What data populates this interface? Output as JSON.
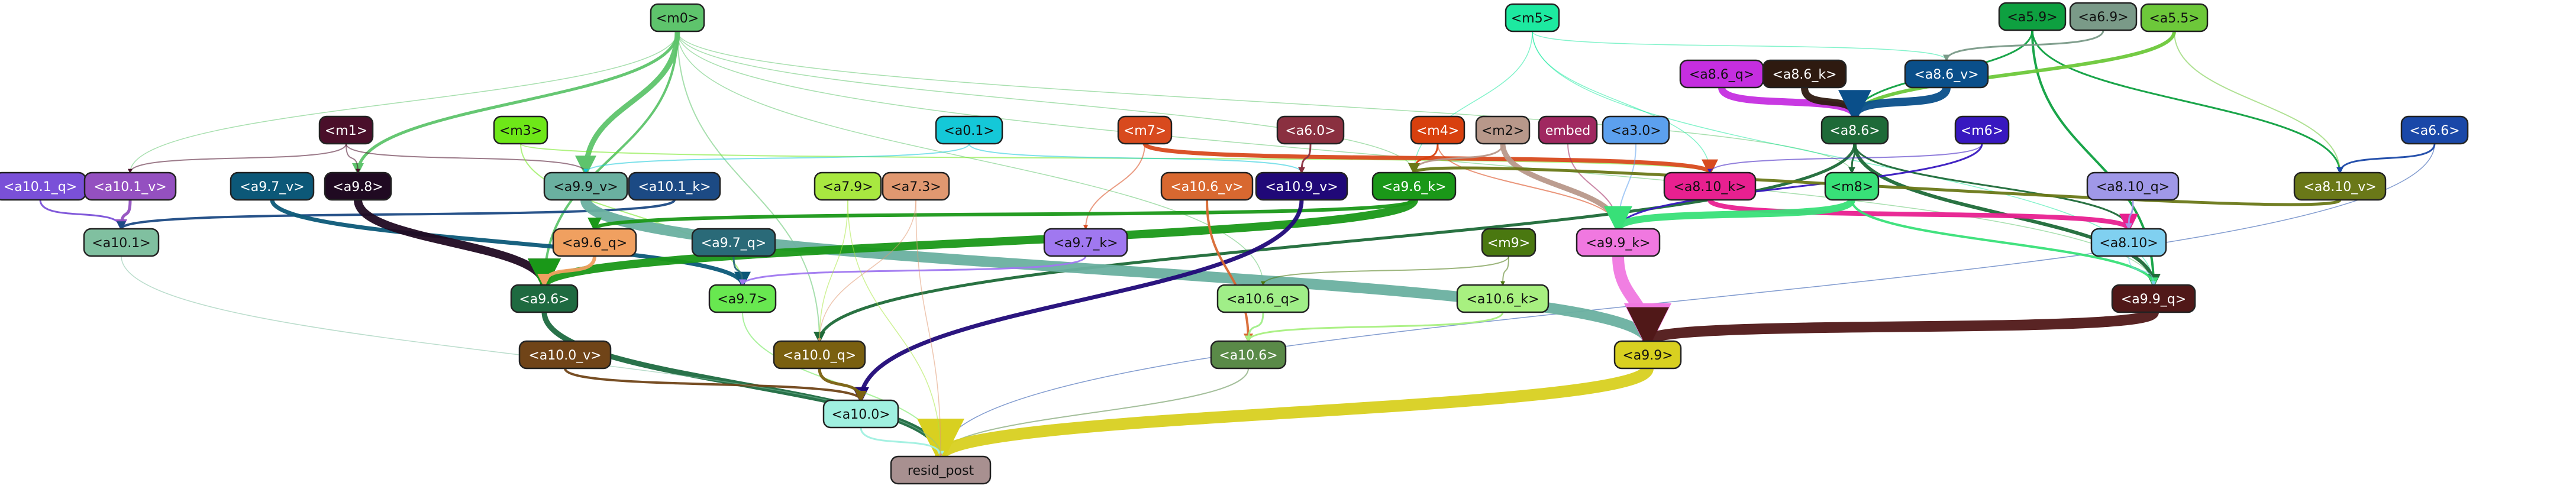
{
  "nodes": [
    {
      "id": "m0",
      "label": "<m0>",
      "color": "#5ec46c",
      "light": false
    },
    {
      "id": "m5",
      "label": "<m5>",
      "color": "#1de9a0",
      "light": false
    },
    {
      "id": "a5_9",
      "label": "<a5.9>",
      "color": "#0ea040",
      "light": false
    },
    {
      "id": "a6_9",
      "label": "<a6.9>",
      "color": "#7a9a88",
      "light": false
    },
    {
      "id": "a5_5",
      "label": "<a5.5>",
      "color": "#6dc83a",
      "light": false
    },
    {
      "id": "a8_6_q",
      "label": "<a8.6_q>",
      "color": "#c52ee0",
      "light": false
    },
    {
      "id": "a8_6_k",
      "label": "<a8.6_k>",
      "color": "#2e1a10",
      "light": true
    },
    {
      "id": "a8_6_v",
      "label": "<a8.6_v>",
      "color": "#0a4f8a",
      "light": true
    },
    {
      "id": "m1",
      "label": "<m1>",
      "color": "#4a0f2a",
      "light": true
    },
    {
      "id": "m3",
      "label": "<m3>",
      "color": "#6ee818",
      "light": false
    },
    {
      "id": "a0_1",
      "label": "<a0.1>",
      "color": "#14c8d8",
      "light": false
    },
    {
      "id": "m7",
      "label": "<m7>",
      "color": "#d84a1e",
      "light": true
    },
    {
      "id": "a6_0",
      "label": "<a6.0>",
      "color": "#8a3040",
      "light": true
    },
    {
      "id": "m4",
      "label": "<m4>",
      "color": "#d8400e",
      "light": true
    },
    {
      "id": "m2",
      "label": "<m2>",
      "color": "#b8988a",
      "light": false
    },
    {
      "id": "embed",
      "label": "embed",
      "color": "#a02860",
      "light": true
    },
    {
      "id": "a3_0",
      "label": "<a3.0>",
      "color": "#5ca0ee",
      "light": false
    },
    {
      "id": "a8_6",
      "label": "<a8.6>",
      "color": "#1e6a38",
      "light": true
    },
    {
      "id": "m6",
      "label": "<m6>",
      "color": "#3818c0",
      "light": true
    },
    {
      "id": "a6_6",
      "label": "<a6.6>",
      "color": "#1a48a8",
      "light": true
    },
    {
      "id": "a10_1_q",
      "label": "<a10.1_q>",
      "color": "#7a50d8",
      "light": true
    },
    {
      "id": "a10_1_v",
      "label": "<a10.1_v>",
      "color": "#9450c0",
      "light": true
    },
    {
      "id": "a9_7_v",
      "label": "<a9.7_v>",
      "color": "#0c5878",
      "light": true
    },
    {
      "id": "a9_8",
      "label": "<a9.8>",
      "color": "#200a22",
      "light": true
    },
    {
      "id": "a9_9_v",
      "label": "<a9.9_v>",
      "color": "#6ab0a0",
      "light": false
    },
    {
      "id": "a10_1_k",
      "label": "<a10.1_k>",
      "color": "#1c4a84",
      "light": true
    },
    {
      "id": "a7_9",
      "label": "<a7.9>",
      "color": "#a8e840",
      "light": false
    },
    {
      "id": "a7_3",
      "label": "<a7.3>",
      "color": "#e09870",
      "light": false
    },
    {
      "id": "a10_6_v",
      "label": "<a10.6_v>",
      "color": "#d86830",
      "light": true
    },
    {
      "id": "a10_9_v",
      "label": "<a10.9_v>",
      "color": "#200878",
      "light": true
    },
    {
      "id": "a9_6_k",
      "label": "<a9.6_k>",
      "color": "#1a9818",
      "light": true
    },
    {
      "id": "a8_10_k",
      "label": "<a8.10_k>",
      "color": "#e82090",
      "light": false
    },
    {
      "id": "m8",
      "label": "<m8>",
      "color": "#38e078",
      "light": false
    },
    {
      "id": "a8_10_q",
      "label": "<a8.10_q>",
      "color": "#a098e8",
      "light": false
    },
    {
      "id": "a8_10_v",
      "label": "<a8.10_v>",
      "color": "#6a7818",
      "light": true
    },
    {
      "id": "a10_1",
      "label": "<a10.1>",
      "color": "#80c0a0",
      "light": false
    },
    {
      "id": "a9_6_q",
      "label": "<a9.6_q>",
      "color": "#f0a060",
      "light": false
    },
    {
      "id": "a9_7_q",
      "label": "<a9.7_q>",
      "color": "#2a6a78",
      "light": true
    },
    {
      "id": "a9_7_k",
      "label": "<a9.7_k>",
      "color": "#a078f0",
      "light": false
    },
    {
      "id": "m9",
      "label": "<m9>",
      "color": "#4a7810",
      "light": true
    },
    {
      "id": "a9_9_k",
      "label": "<a9.9_k>",
      "color": "#f078e0",
      "light": false
    },
    {
      "id": "a8_10",
      "label": "<a8.10>",
      "color": "#80d0f0",
      "light": false
    },
    {
      "id": "a9_6",
      "label": "<a9.6>",
      "color": "#1e6a40",
      "light": true
    },
    {
      "id": "a9_7",
      "label": "<a9.7>",
      "color": "#68e850",
      "light": false
    },
    {
      "id": "a10_6_q",
      "label": "<a10.6_q>",
      "color": "#a0ee88",
      "light": false
    },
    {
      "id": "a10_6_k",
      "label": "<a10.6_k>",
      "color": "#a8f080",
      "light": false
    },
    {
      "id": "a9_9_q",
      "label": "<a9.9_q>",
      "color": "#501818",
      "light": true
    },
    {
      "id": "a10_0_v",
      "label": "<a10.0_v>",
      "color": "#704418",
      "light": true
    },
    {
      "id": "a10_0_q",
      "label": "<a10.0_q>",
      "color": "#7a6010",
      "light": true
    },
    {
      "id": "a10_6",
      "label": "<a10.6>",
      "color": "#5a8a48",
      "light": true
    },
    {
      "id": "a9_9",
      "label": "<a9.9>",
      "color": "#d8d020",
      "light": false
    },
    {
      "id": "a10_0",
      "label": "<a10.0>",
      "color": "#a0f0e0",
      "light": false
    },
    {
      "id": "resid_post",
      "label": "resid_post",
      "color": "#a89090",
      "light": false
    }
  ],
  "edges": [
    {
      "from": "m0",
      "to": "a9_9_v",
      "color": "#5ec46c",
      "weight": 9
    },
    {
      "from": "m0",
      "to": "a9_8",
      "color": "#5ec46c",
      "weight": 5
    },
    {
      "from": "m0",
      "to": "a9_6",
      "color": "#5ec46c",
      "weight": 4
    },
    {
      "from": "m0",
      "to": "a10_0_q",
      "color": "#5ec46c",
      "weight": 2
    },
    {
      "from": "m0",
      "to": "a10_1_v",
      "color": "#5ec46c",
      "weight": 1.5
    },
    {
      "from": "m0",
      "to": "a9_6_k",
      "color": "#5ec46c",
      "weight": 1.5
    },
    {
      "from": "m0",
      "to": "m8",
      "color": "#5ec46c",
      "weight": 1.5
    },
    {
      "from": "m0",
      "to": "a10_6_q",
      "color": "#5ec46c",
      "weight": 1.5
    },
    {
      "from": "m0",
      "to": "a9_9_q",
      "color": "#5ec46c",
      "weight": 1.5
    },
    {
      "from": "m5",
      "to": "a9_9_q",
      "color": "#1de9a0",
      "weight": 1.5
    },
    {
      "from": "m5",
      "to": "a8_10_k",
      "color": "#1de9a0",
      "weight": 1.5
    },
    {
      "from": "m5",
      "to": "a9_6_k",
      "color": "#1de9a0",
      "weight": 1.5
    },
    {
      "from": "m5",
      "to": "a8_6_v",
      "color": "#1de9a0",
      "weight": 1.5
    },
    {
      "from": "a5_9",
      "to": "a9_9_q",
      "color": "#0ea040",
      "weight": 4
    },
    {
      "from": "a5_9",
      "to": "a8_10_v",
      "color": "#0ea040",
      "weight": 3
    },
    {
      "from": "a5_9",
      "to": "a8_6",
      "color": "#0ea040",
      "weight": 3
    },
    {
      "from": "a5_5",
      "to": "a8_6",
      "color": "#6dc83a",
      "weight": 6
    },
    {
      "from": "a5_5",
      "to": "a8_10_v",
      "color": "#6dc83a",
      "weight": 2
    },
    {
      "from": "a6_9",
      "to": "a8_6_v",
      "color": "#7a9a88",
      "weight": 3
    },
    {
      "from": "a8_6_q",
      "to": "a8_6",
      "color": "#c52ee0",
      "weight": 12
    },
    {
      "from": "a8_6_k",
      "to": "a8_6",
      "color": "#2e1a10",
      "weight": 12
    },
    {
      "from": "a8_6_v",
      "to": "a8_6",
      "color": "#0a4f8a",
      "weight": 14
    },
    {
      "from": "a8_6",
      "to": "a9_9_q",
      "color": "#1e6a38",
      "weight": 6
    },
    {
      "from": "a8_6",
      "to": "a8_10",
      "color": "#1e6a38",
      "weight": 3
    },
    {
      "from": "a8_6",
      "to": "a10_0_q",
      "color": "#1e6a38",
      "weight": 5
    },
    {
      "from": "a8_6",
      "to": "m8",
      "color": "#1e6a38",
      "weight": 3
    },
    {
      "from": "m1",
      "to": "a9_8",
      "color": "#4a0f2a",
      "weight": 2
    },
    {
      "from": "m1",
      "to": "a9_9_v",
      "color": "#4a0f2a",
      "weight": 2
    },
    {
      "from": "m1",
      "to": "a10_1_v",
      "color": "#4a0f2a",
      "weight": 2
    },
    {
      "from": "m3",
      "to": "a8_10_k",
      "color": "#6ee818",
      "weight": 2
    },
    {
      "from": "m3",
      "to": "a9_7",
      "color": "#6ee818",
      "weight": 2
    },
    {
      "from": "a0_1",
      "to": "a10_9_v",
      "color": "#14c8d8",
      "weight": 2
    },
    {
      "from": "a0_1",
      "to": "a9_9_v",
      "color": "#14c8d8",
      "weight": 2
    },
    {
      "from": "m7",
      "to": "a8_10_k",
      "color": "#d84a1e",
      "weight": 7
    },
    {
      "from": "m7",
      "to": "a9_7_k",
      "color": "#d84a1e",
      "weight": 2
    },
    {
      "from": "a6_0",
      "to": "a10_9_v",
      "color": "#8a3040",
      "weight": 3
    },
    {
      "from": "m4",
      "to": "a9_6_k",
      "color": "#d8400e",
      "weight": 3
    },
    {
      "from": "m4",
      "to": "a9_9_k",
      "color": "#d8400e",
      "weight": 2
    },
    {
      "from": "m2",
      "to": "a9_9_k",
      "color": "#b8988a",
      "weight": 9
    },
    {
      "from": "m2",
      "to": "a9_6_k",
      "color": "#b8988a",
      "weight": 3
    },
    {
      "from": "embed",
      "to": "a9_9_k",
      "color": "#a02860",
      "weight": 2
    },
    {
      "from": "a3_0",
      "to": "a9_9_k",
      "color": "#5ca0ee",
      "weight": 2
    },
    {
      "from": "m6",
      "to": "a9_9_k",
      "color": "#3818c0",
      "weight": 3
    },
    {
      "from": "m6",
      "to": "a8_10_k",
      "color": "#3818c0",
      "weight": 2
    },
    {
      "from": "a6_6",
      "to": "a8_10_v",
      "color": "#1a48a8",
      "weight": 3
    },
    {
      "from": "a6_6",
      "to": "resid_post",
      "color": "#1a48a8",
      "weight": 1.5
    },
    {
      "from": "a10_1_q",
      "to": "a10_1",
      "color": "#7a50d8",
      "weight": 3
    },
    {
      "from": "a10_1_v",
      "to": "a10_1",
      "color": "#9450c0",
      "weight": 5
    },
    {
      "from": "a10_1_k",
      "to": "a10_1",
      "color": "#1c4a84",
      "weight": 4
    },
    {
      "from": "a9_7_v",
      "to": "a9_7",
      "color": "#0c5878",
      "weight": 7
    },
    {
      "from": "a9_8",
      "to": "a9_6",
      "color": "#200a22",
      "weight": 14
    },
    {
      "from": "a9_9_v",
      "to": "a9_9",
      "color": "#6ab0a0",
      "weight": 18
    },
    {
      "from": "a9_6_k",
      "to": "a9_6",
      "color": "#1a9818",
      "weight": 14
    },
    {
      "from": "a9_6_k",
      "to": "a9_6_q",
      "color": "#1a9818",
      "weight": 6
    },
    {
      "from": "a10_9_v",
      "to": "a10_0",
      "color": "#200878",
      "weight": 7
    },
    {
      "from": "a10_6_v",
      "to": "a10_6",
      "color": "#d86830",
      "weight": 4
    },
    {
      "from": "a8_10_k",
      "to": "a8_10",
      "color": "#e82090",
      "weight": 8
    },
    {
      "from": "m8",
      "to": "a9_9_k",
      "color": "#38e078",
      "weight": 12
    },
    {
      "from": "m8",
      "to": "a9_9_q",
      "color": "#38e078",
      "weight": 4
    },
    {
      "from": "a8_10_v",
      "to": "a9_6_k",
      "color": "#6a7818",
      "weight": 5
    },
    {
      "from": "a8_10_q",
      "to": "a8_10",
      "color": "#a098e8",
      "weight": 3
    },
    {
      "from": "a9_6_q",
      "to": "a9_6",
      "color": "#f0a060",
      "weight": 6
    },
    {
      "from": "a9_7_q",
      "to": "a9_7",
      "color": "#2a6a78",
      "weight": 3
    },
    {
      "from": "a9_7_k",
      "to": "a9_7",
      "color": "#a078f0",
      "weight": 3
    },
    {
      "from": "m9",
      "to": "a10_6_k",
      "color": "#4a7810",
      "weight": 2
    },
    {
      "from": "m9",
      "to": "a10_6_q",
      "color": "#4a7810",
      "weight": 2
    },
    {
      "from": "a9_9_k",
      "to": "a9_9",
      "color": "#f078e0",
      "weight": 20
    },
    {
      "from": "a9_9_q",
      "to": "a9_9",
      "color": "#501818",
      "weight": 18
    },
    {
      "from": "a8_10",
      "to": "a9_9_q",
      "color": "#80d0f0",
      "weight": 2
    },
    {
      "from": "a9_6",
      "to": "resid_post",
      "color": "#1e6a40",
      "weight": 9
    },
    {
      "from": "a9_7",
      "to": "resid_post",
      "color": "#68e850",
      "weight": 2
    },
    {
      "from": "a10_6_q",
      "to": "a10_6",
      "color": "#a0ee88",
      "weight": 3
    },
    {
      "from": "a10_6_k",
      "to": "a10_6",
      "color": "#a8f080",
      "weight": 3
    },
    {
      "from": "a10_0_v",
      "to": "a10_0",
      "color": "#704418",
      "weight": 4
    },
    {
      "from": "a10_0_q",
      "to": "a10_0",
      "color": "#7a6010",
      "weight": 5
    },
    {
      "from": "a10_6",
      "to": "resid_post",
      "color": "#5a8a48",
      "weight": 2
    },
    {
      "from": "a9_9",
      "to": "resid_post",
      "color": "#d8d020",
      "weight": 20
    },
    {
      "from": "a10_0",
      "to": "resid_post",
      "color": "#a0f0e0",
      "weight": 3
    },
    {
      "from": "a10_1",
      "to": "resid_post",
      "color": "#80c0a0",
      "weight": 1.5
    },
    {
      "from": "a7_9",
      "to": "resid_post",
      "color": "#a8e840",
      "weight": 1.5
    },
    {
      "from": "a7_3",
      "to": "resid_post",
      "color": "#e09870",
      "weight": 1.5
    },
    {
      "from": "a7_9",
      "to": "a10_0_q",
      "color": "#a8e840",
      "weight": 1.5
    },
    {
      "from": "a7_3",
      "to": "a10_0_q",
      "color": "#e09870",
      "weight": 1.5
    }
  ]
}
